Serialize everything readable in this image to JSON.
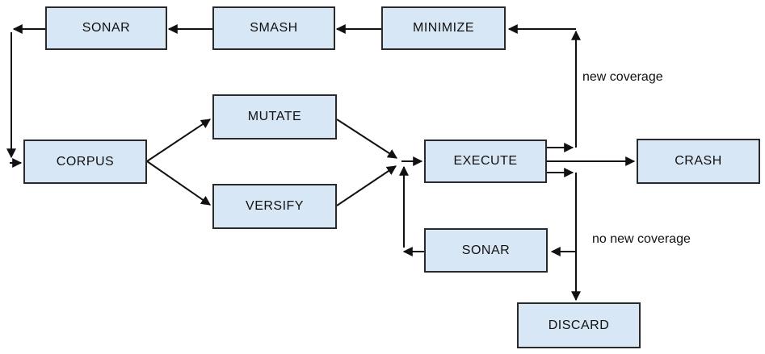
{
  "colors": {
    "background": "#ffffff",
    "node_fill": "#d8e7f5",
    "node_border": "#2a2a2a",
    "arrow": "#111111",
    "text": "#111111"
  },
  "nodes": {
    "sonar_top": {
      "label": "SONAR"
    },
    "smash": {
      "label": "SMASH"
    },
    "minimize": {
      "label": "MINIMIZE"
    },
    "mutate": {
      "label": "MUTATE"
    },
    "corpus": {
      "label": "CORPUS"
    },
    "versify": {
      "label": "VERSIFY"
    },
    "execute": {
      "label": "EXECUTE"
    },
    "crash": {
      "label": "CRASH"
    },
    "sonar_bottom": {
      "label": "SONAR"
    },
    "discard": {
      "label": "DISCARD"
    }
  },
  "edge_labels": {
    "new_coverage": "new coverage",
    "no_new_coverage": "no new coverage"
  }
}
